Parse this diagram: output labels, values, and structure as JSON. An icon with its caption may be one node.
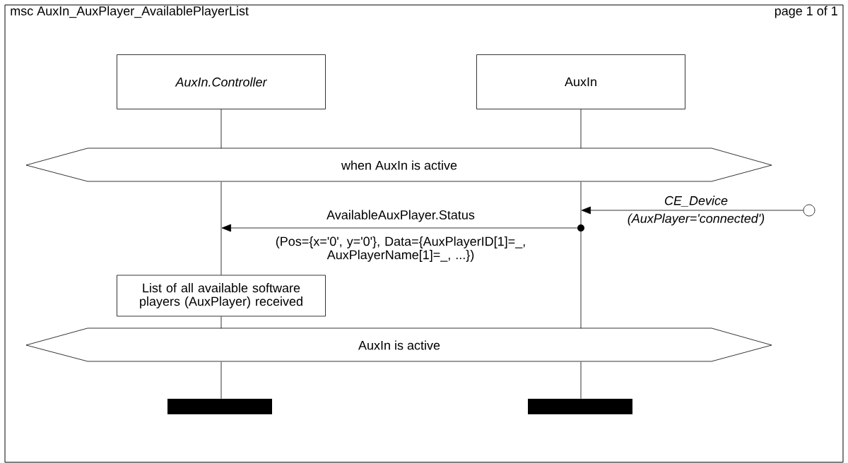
{
  "diagram": {
    "title": "msc AuxIn_AuxPlayer_AvailablePlayerList",
    "nodes": [
      {
        "text": [
          "AuxIn.Controller"
        ]
      },
      {
        "text": [
          "AuxIn"
        ]
      },
      {
        "text": [
          "when AuxIn is active"
        ]
      },
      {
        "text": [
          "List of all available software players (AuxPlayer) received"
        ]
      },
      {
        "text": [
          "AuxIn is active"
        ]
      },
      {
        "text": [],
        "shape": "bar"
      },
      {
        "text": [],
        "shape": "bar"
      },
      {
        "text": [],
        "shape": "circle"
      },
      {
        "text": [],
        "shape": "dot"
      }
    ],
    "edges": [
      {
        "from": 0,
        "to": 2,
        "arrow": "none"
      },
      {
        "from": 1,
        "to": 2,
        "arrow": "none"
      },
      {
        "from": 2,
        "to": 3,
        "arrow": "none"
      },
      {
        "from": 3,
        "to": 4,
        "arrow": "none"
      },
      {
        "from": 2,
        "to": 4,
        "arrow": "none"
      },
      {
        "from": 4,
        "to": 5,
        "arrow": "none"
      },
      {
        "from": 4,
        "to": 6,
        "arrow": "none"
      },
      {
        "from": 7,
        "to": null,
        "arrow": "to",
        "label": "CE_Device"
      },
      {
        "from": 8,
        "to": null,
        "arrow": "to",
        "label": "AvailableAuxPlayer.Status"
      }
    ],
    "labels": [
      "page 1 of 1",
      "(AuxPlayer='connected')",
      "(Pos={x='0', y='0'}, Data={AuxPlayerID[1]=_, AuxPlayerName[1]=_, ...})"
    ]
  }
}
